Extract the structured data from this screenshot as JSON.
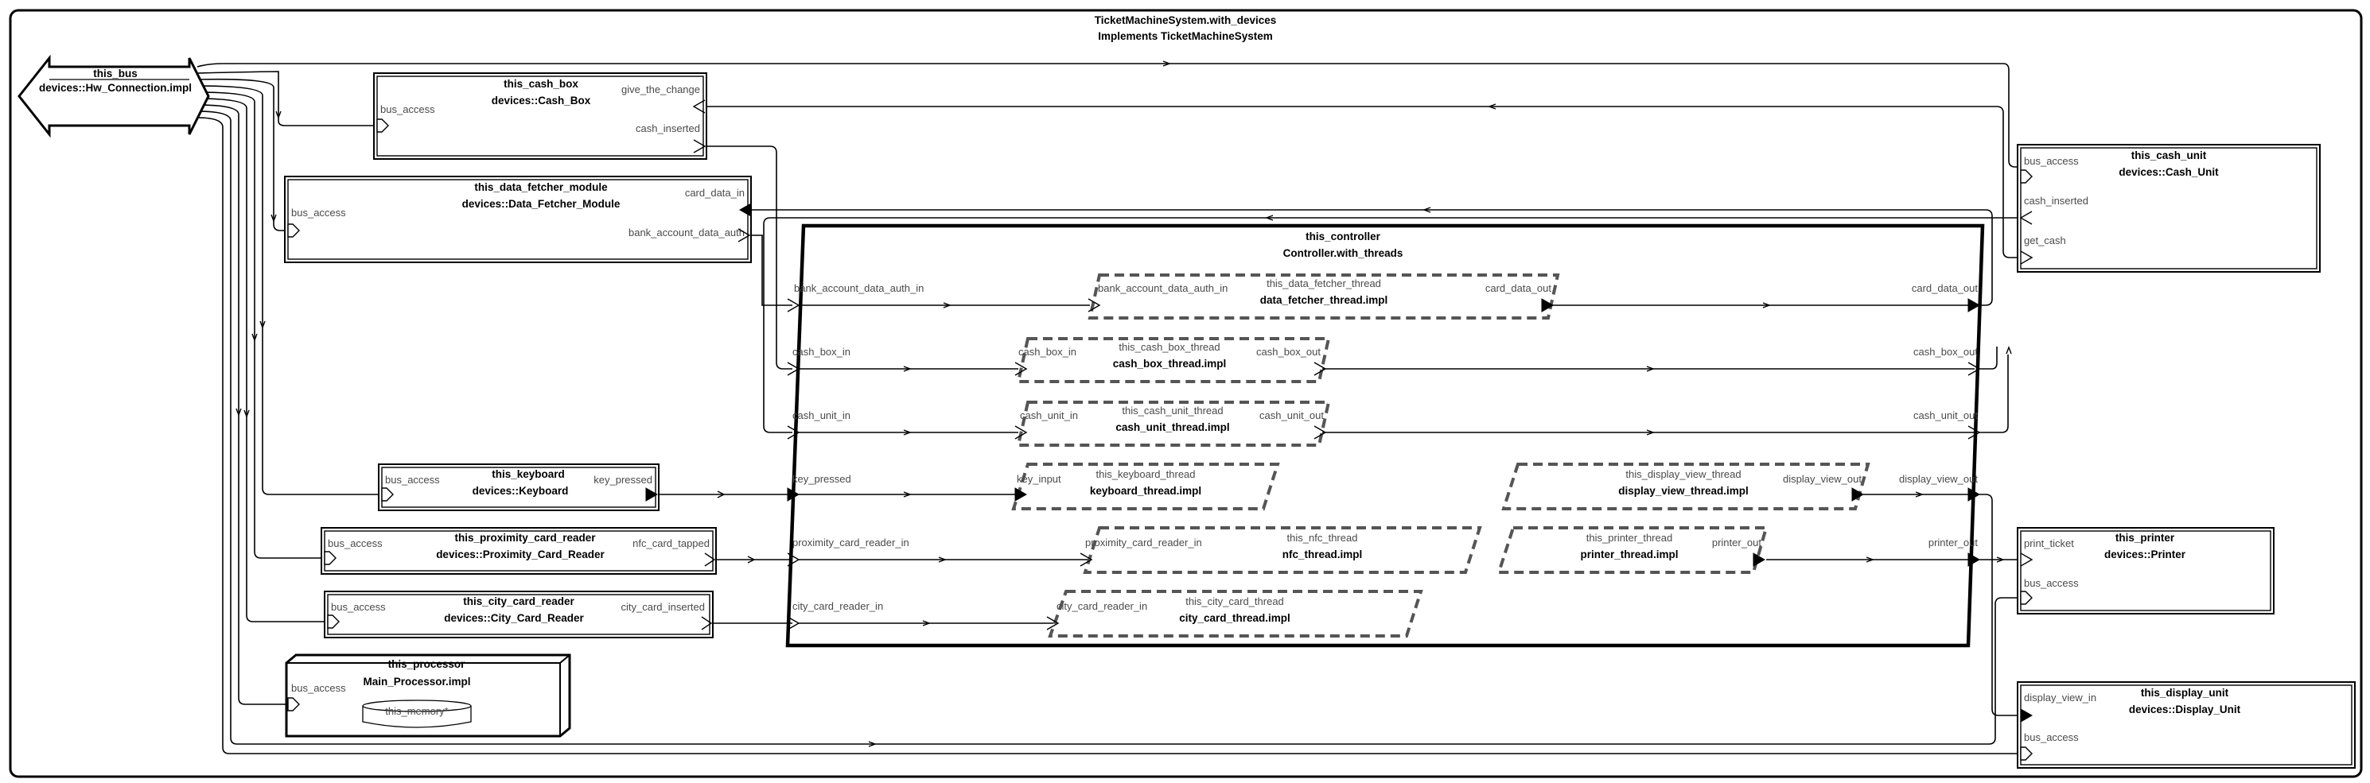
{
  "system": {
    "title": "TicketMachineSystem.with_devices",
    "subtitle": "Implements TicketMachineSystem"
  },
  "bus": {
    "name": "this_bus",
    "type": "devices::Hw_Connection.impl"
  },
  "cash_box": {
    "name": "this_cash_box",
    "type": "devices::Cash_Box",
    "ports": {
      "bus_access": "bus_access",
      "give_the_change": "give_the_change",
      "cash_inserted": "cash_inserted"
    }
  },
  "data_fetcher": {
    "name": "this_data_fetcher_module",
    "type": "devices::Data_Fetcher_Module",
    "ports": {
      "bus_access": "bus_access",
      "card_data_in": "card_data_in",
      "bank_account_data_auth": "bank_account_data_auth"
    }
  },
  "keyboard": {
    "name": "this_keyboard",
    "type": "devices::Keyboard",
    "ports": {
      "bus_access": "bus_access",
      "key_pressed": "key_pressed"
    }
  },
  "proximity": {
    "name": "this_proximity_card_reader",
    "type": "devices::Proximity_Card_Reader",
    "ports": {
      "bus_access": "bus_access",
      "nfc_card_tapped": "nfc_card_tapped"
    }
  },
  "city_card": {
    "name": "this_city_card_reader",
    "type": "devices::City_Card_Reader",
    "ports": {
      "bus_access": "bus_access",
      "city_card_inserted": "city_card_inserted"
    }
  },
  "processor": {
    "name": "this_processor",
    "type": "Main_Processor.impl",
    "ports": {
      "bus_access": "bus_access"
    },
    "memory": "this_memory*"
  },
  "cash_unit": {
    "name": "this_cash_unit",
    "type": "devices::Cash_Unit",
    "ports": {
      "bus_access": "bus_access",
      "cash_inserted": "cash_inserted",
      "get_cash": "get_cash"
    }
  },
  "printer": {
    "name": "this_printer",
    "type": "devices::Printer",
    "ports": {
      "print_ticket": "print_ticket",
      "bus_access": "bus_access"
    }
  },
  "display_unit": {
    "name": "this_display_unit",
    "type": "devices::Display_Unit",
    "ports": {
      "display_view_in": "display_view_in",
      "bus_access": "bus_access"
    }
  },
  "controller": {
    "name": "this_controller",
    "type": "Controller.with_threads",
    "ports": {
      "bank_account_data_auth_in": "bank_account_data_auth_in",
      "cash_box_in": "cash_box_in",
      "cash_unit_in": "cash_unit_in",
      "key_pressed": "key_pressed",
      "proximity_card_reader_in": "proximity_card_reader_in",
      "city_card_reader_in": "city_card_reader_in",
      "card_data_out": "card_data_out",
      "cash_box_out": "cash_box_out",
      "cash_unit_out": "cash_unit_out",
      "display_view_out": "display_view_out",
      "printer_out": "printer_out"
    }
  },
  "threads": {
    "data_fetcher": {
      "name": "this_data_fetcher_thread",
      "type": "data_fetcher_thread.impl",
      "in": "bank_account_data_auth_in",
      "out": "card_data_out"
    },
    "cash_box": {
      "name": "this_cash_box_thread",
      "type": "cash_box_thread.impl",
      "in": "cash_box_in",
      "out": "cash_box_out"
    },
    "cash_unit": {
      "name": "this_cash_unit_thread",
      "type": "cash_unit_thread.impl",
      "in": "cash_unit_in",
      "out": "cash_unit_out"
    },
    "keyboard": {
      "name": "this_keyboard_thread",
      "type": "keyboard_thread.impl",
      "in": "key_input"
    },
    "display_view": {
      "name": "this_display_view_thread",
      "type": "display_view_thread.impl",
      "out": "display_view_out"
    },
    "nfc": {
      "name": "this_nfc_thread",
      "type": "nfc_thread.impl",
      "in": "proximity_card_reader_in"
    },
    "printer": {
      "name": "this_printer_thread",
      "type": "printer_thread.impl",
      "out": "printer_out"
    },
    "city_card": {
      "name": "this_city_card_thread",
      "type": "city_card_thread.impl",
      "in": "city_card_reader_in"
    }
  }
}
